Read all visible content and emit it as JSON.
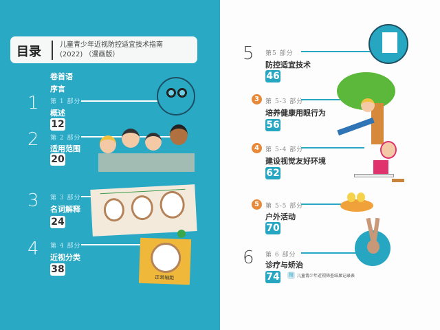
{
  "header": {
    "title": "目录",
    "subtitle_line1": "儿童青少年近视防控适宜技术指南",
    "subtitle_line2": "(2022) （漫画版）"
  },
  "front": [
    "卷首语",
    "序言"
  ],
  "left_entries": [
    {
      "num": "1",
      "part": "第 1 部分",
      "title": "概述",
      "page": "12"
    },
    {
      "num": "2",
      "part": "第 2 部分",
      "title": "适用范围",
      "page": "20"
    },
    {
      "num": "3",
      "part": "第 3 部分",
      "title": "名词解释",
      "page": "24"
    },
    {
      "num": "4",
      "part": "第 4 部分",
      "title": "近视分类",
      "page": "38"
    }
  ],
  "right_entries": [
    {
      "num": "5",
      "part": "第5 部分",
      "title": "防控适宜技术",
      "page": "46"
    },
    {
      "num": "3",
      "part": "第 5-3 部分",
      "title": "培养健康用眼行为",
      "page": "56"
    },
    {
      "num": "4",
      "part": "第 5-4 部分",
      "title": "建设视觉友好环境",
      "page": "62"
    },
    {
      "num": "5",
      "part": "第 5-5 部分",
      "title": "户外活动",
      "page": "70"
    },
    {
      "num": "6",
      "part": "第 6 部分",
      "title": "诊疗与矫治",
      "page": "74"
    }
  ],
  "appendix": {
    "badge": "附",
    "text": "儿童青少年近视筛查结果记录表"
  },
  "illustration_labels": {
    "axial": "正常轴距"
  },
  "colors": {
    "teal": "#2aa9c5",
    "orange": "#e8893a"
  }
}
